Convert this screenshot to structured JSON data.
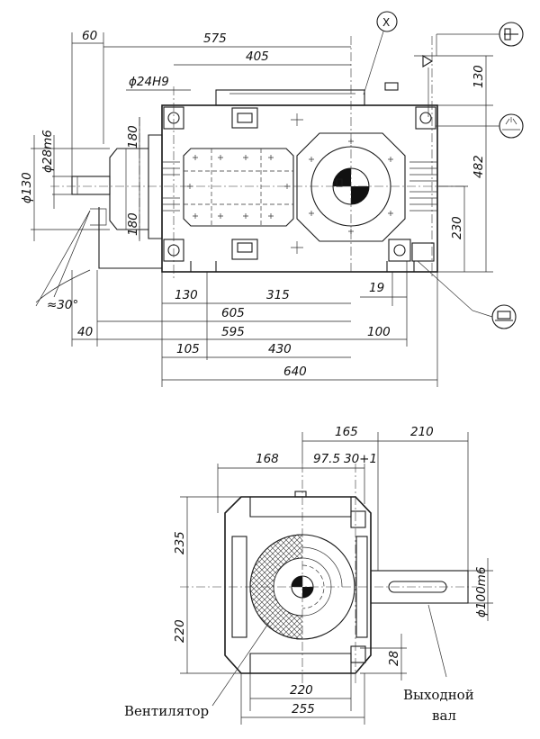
{
  "top_view": {
    "marker_x": "X",
    "dims": {
      "d60": "60",
      "d575": "575",
      "d405": "405",
      "phi24": "ϕ24H9",
      "d180a": "180",
      "d180b": "180",
      "phi28": "ϕ28m6",
      "phi130": "ϕ130",
      "angle30": "≈30°",
      "d130h": "130",
      "d315": "315",
      "d605": "605",
      "d40": "40",
      "d595": "595",
      "d105": "105",
      "d430": "430",
      "d640": "640",
      "d19": "19",
      "d100": "100",
      "d130v": "130",
      "d482": "482",
      "d230": "230"
    }
  },
  "bottom_view": {
    "dims": {
      "d165": "165",
      "d210": "210",
      "d168": "168",
      "d97_5": "97.5",
      "d30p1": "30+1",
      "d235": "235",
      "d220v": "220",
      "phi100": "ϕ100m6",
      "d28": "28",
      "d220h": "220",
      "d255": "255"
    },
    "labels": {
      "fan": "Вентилятор",
      "output_line1": "Выходной",
      "output_line2": "вал"
    }
  }
}
